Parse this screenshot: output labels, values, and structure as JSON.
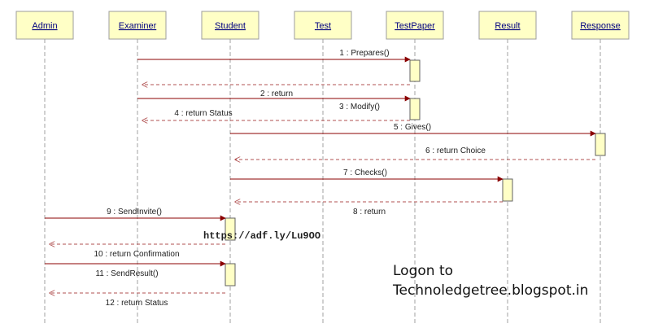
{
  "colors": {
    "lifeline_box_fill": "#ffffc6",
    "lifeline_box_stroke": "#9c9c9c",
    "lifeline_label": "#00007f",
    "lifeline_line": "#a0a0a0",
    "activation_fill": "#ffffc6",
    "activation_stroke": "#606060",
    "call_arrow": "#8b0000",
    "return_arrow": "#b05050"
  },
  "lifelines": [
    {
      "id": "admin",
      "label": "Admin"
    },
    {
      "id": "examiner",
      "label": "Examiner"
    },
    {
      "id": "student",
      "label": "Student"
    },
    {
      "id": "test",
      "label": "Test"
    },
    {
      "id": "testpaper",
      "label": "TestPaper"
    },
    {
      "id": "result",
      "label": "Result"
    },
    {
      "id": "response",
      "label": "Response"
    }
  ],
  "messages": [
    {
      "label": "1 : Prepares()",
      "from": "examiner",
      "to": "testpaper",
      "kind": "call"
    },
    {
      "label": "",
      "from": "testpaper",
      "to": "examiner",
      "kind": "return"
    },
    {
      "label": "2 : return",
      "from": "examiner",
      "to": "testpaper",
      "kind": "call"
    },
    {
      "label": "3 : Modify()",
      "from": "testpaper",
      "to": "testpaper",
      "kind": "note"
    },
    {
      "label": "4 : return Status",
      "from": "testpaper",
      "to": "examiner",
      "kind": "return"
    },
    {
      "label": "5 : Gives()",
      "from": "student",
      "to": "response",
      "kind": "call"
    },
    {
      "label": "6 : return Choice",
      "from": "response",
      "to": "student",
      "kind": "return"
    },
    {
      "label": "7 : Checks()",
      "from": "student",
      "to": "result",
      "kind": "call"
    },
    {
      "label": "8 : return",
      "from": "result",
      "to": "student",
      "kind": "return"
    },
    {
      "label": "9 : SendInvite()",
      "from": "admin",
      "to": "student",
      "kind": "call"
    },
    {
      "label": "10 : return Confirmation",
      "from": "student",
      "to": "admin",
      "kind": "return"
    },
    {
      "label": "11 : SendResult()",
      "from": "admin",
      "to": "student",
      "kind": "call"
    },
    {
      "label": "12 : return Status",
      "from": "student",
      "to": "admin",
      "kind": "return"
    }
  ],
  "activations": [
    {
      "lifeline": "testpaper"
    },
    {
      "lifeline": "testpaper"
    },
    {
      "lifeline": "response"
    },
    {
      "lifeline": "result"
    },
    {
      "lifeline": "student"
    },
    {
      "lifeline": "student"
    }
  ],
  "watermark": {
    "url": "https://adf.ly/Lu9OO",
    "line1": "Logon to",
    "line2": "Technoledgetree.blogspot.in"
  }
}
